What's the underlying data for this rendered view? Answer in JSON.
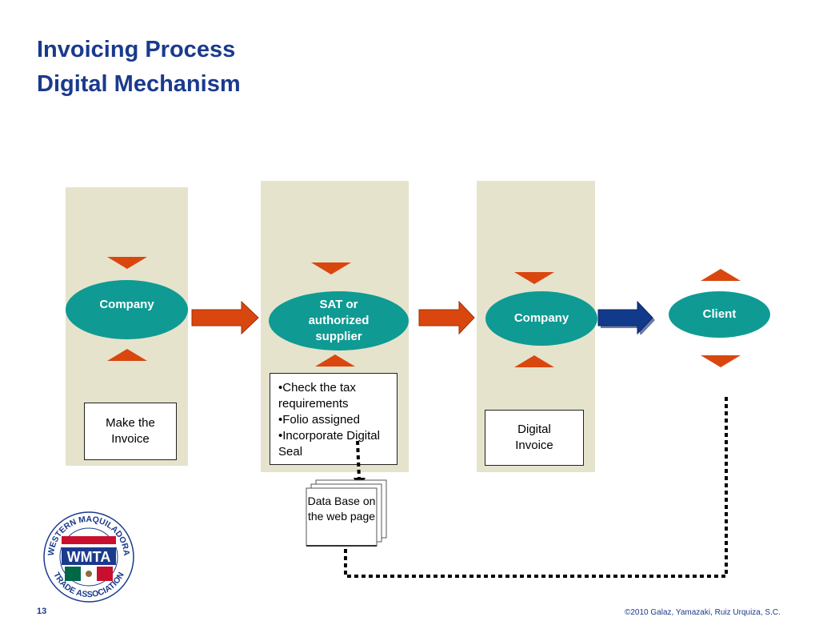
{
  "title": {
    "line1": "Invoicing Process",
    "line2": "Digital Mechanism"
  },
  "stages": {
    "company1": "Company",
    "sat": "SAT or\nauthorized\nsupplier",
    "company2": "Company",
    "client": "Client"
  },
  "boxes": {
    "make_invoice": "Make the Invoice",
    "sat_steps": [
      "•Check the tax requirements",
      "•Folio assigned",
      "•Incorporate Digital Seal"
    ],
    "digital_invoice": "Digital Invoice",
    "database": "Data Base on the web page"
  },
  "logo": {
    "ring_text": "WESTERN MAQUILADORA TRADE ASSOCIATION",
    "acronym": "WMTA"
  },
  "footer": {
    "page_number": "13",
    "copyright": "©2010 Galaz, Yamazaki, Ruiz Urquiza, S.C."
  },
  "colors": {
    "title": "#1a3a8c",
    "ellipse": "#0f9a94",
    "column": "#e5e3cc",
    "arrow_red": "#d9470f",
    "arrow_blue": "#123a8a"
  }
}
